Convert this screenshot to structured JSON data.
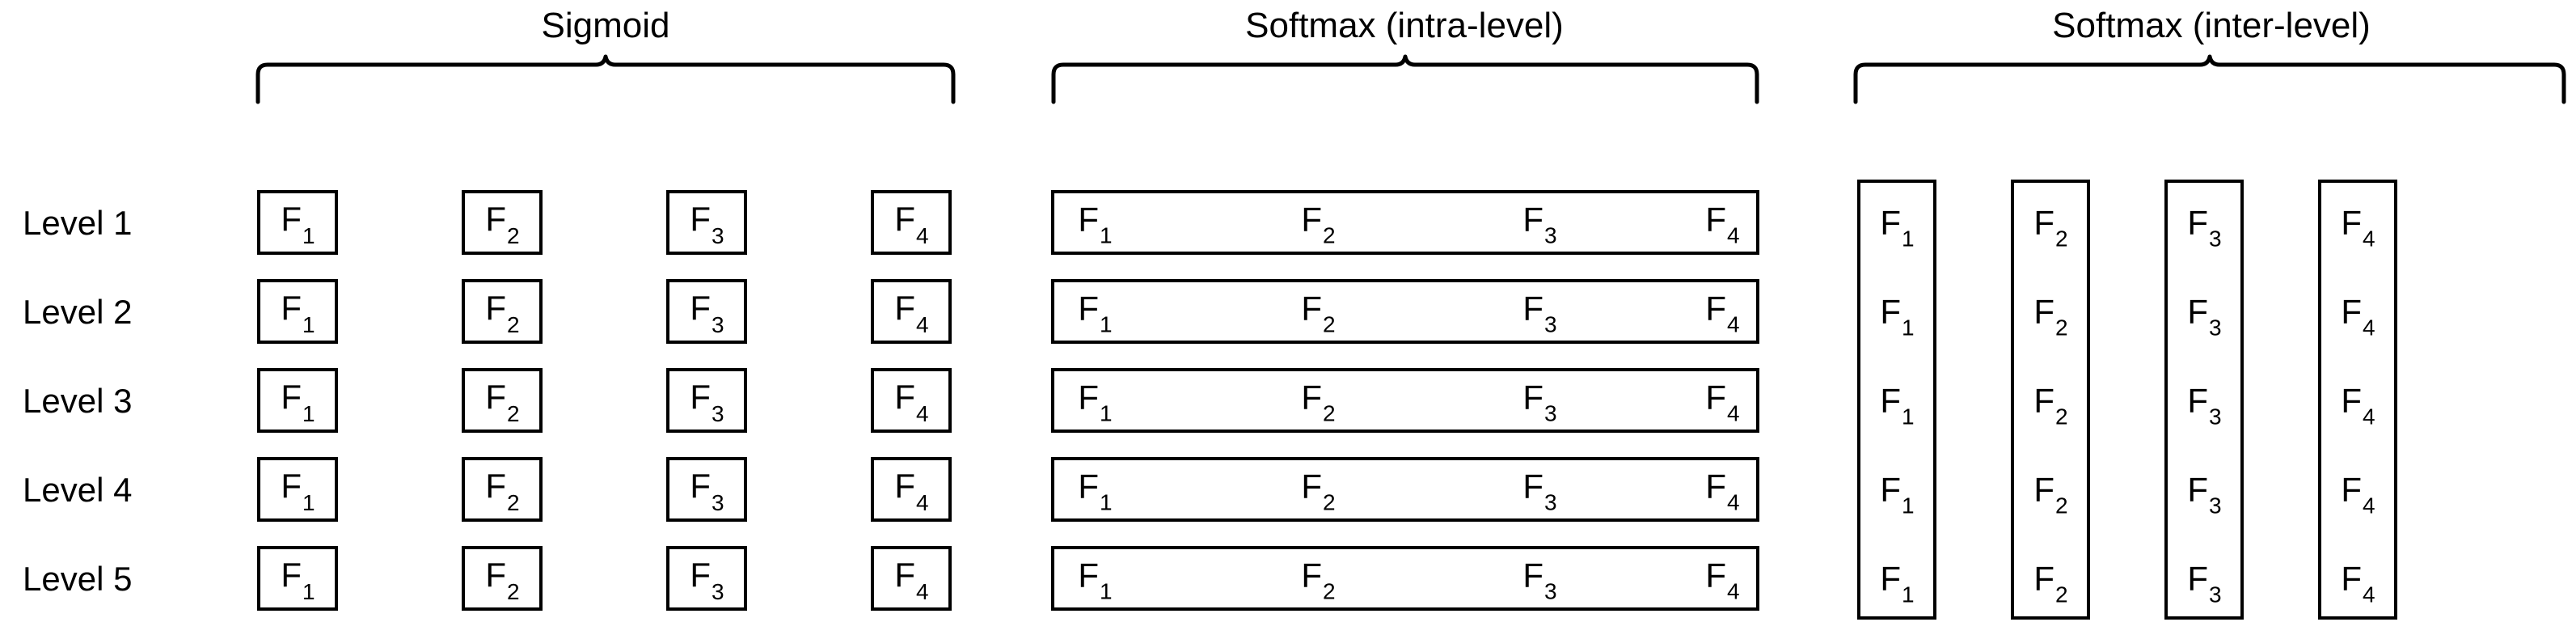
{
  "figure": {
    "background_color": "#ffffff",
    "line_color": "#000000",
    "levels": [
      {
        "label": "Level 1"
      },
      {
        "label": "Level 2"
      },
      {
        "label": "Level 3"
      },
      {
        "label": "Level 4"
      },
      {
        "label": "Level 5"
      }
    ],
    "feature_base": "F",
    "feature_subscripts": [
      "1",
      "2",
      "3",
      "4"
    ]
  },
  "sections": [
    {
      "key": "sigmoid",
      "title": "Sigmoid",
      "grouping": "per-feature-per-level",
      "box_layout": "individual-cells",
      "cells": [
        [
          "F1",
          "F2",
          "F3",
          "F4"
        ],
        [
          "F1",
          "F2",
          "F3",
          "F4"
        ],
        [
          "F1",
          "F2",
          "F3",
          "F4"
        ],
        [
          "F1",
          "F2",
          "F3",
          "F4"
        ],
        [
          "F1",
          "F2",
          "F3",
          "F4"
        ]
      ]
    },
    {
      "key": "softmax_intra",
      "title": "Softmax (intra-level)",
      "grouping": "row-wise",
      "box_layout": "horizontal-rows",
      "cells": [
        [
          "F1",
          "F2",
          "F3",
          "F4"
        ],
        [
          "F1",
          "F2",
          "F3",
          "F4"
        ],
        [
          "F1",
          "F2",
          "F3",
          "F4"
        ],
        [
          "F1",
          "F2",
          "F3",
          "F4"
        ],
        [
          "F1",
          "F2",
          "F3",
          "F4"
        ]
      ]
    },
    {
      "key": "softmax_inter",
      "title": "Softmax (inter-level)",
      "grouping": "column-wise",
      "box_layout": "vertical-columns",
      "cells": [
        [
          "F1",
          "F1",
          "F1",
          "F1",
          "F1"
        ],
        [
          "F2",
          "F2",
          "F2",
          "F2",
          "F2"
        ],
        [
          "F3",
          "F3",
          "F3",
          "F3",
          "F3"
        ],
        [
          "F4",
          "F4",
          "F4",
          "F4",
          "F4"
        ]
      ]
    }
  ],
  "braces": [
    {
      "name": "sigmoid-brace"
    },
    {
      "name": "softmax-intra-brace"
    },
    {
      "name": "softmax-inter-brace"
    }
  ]
}
